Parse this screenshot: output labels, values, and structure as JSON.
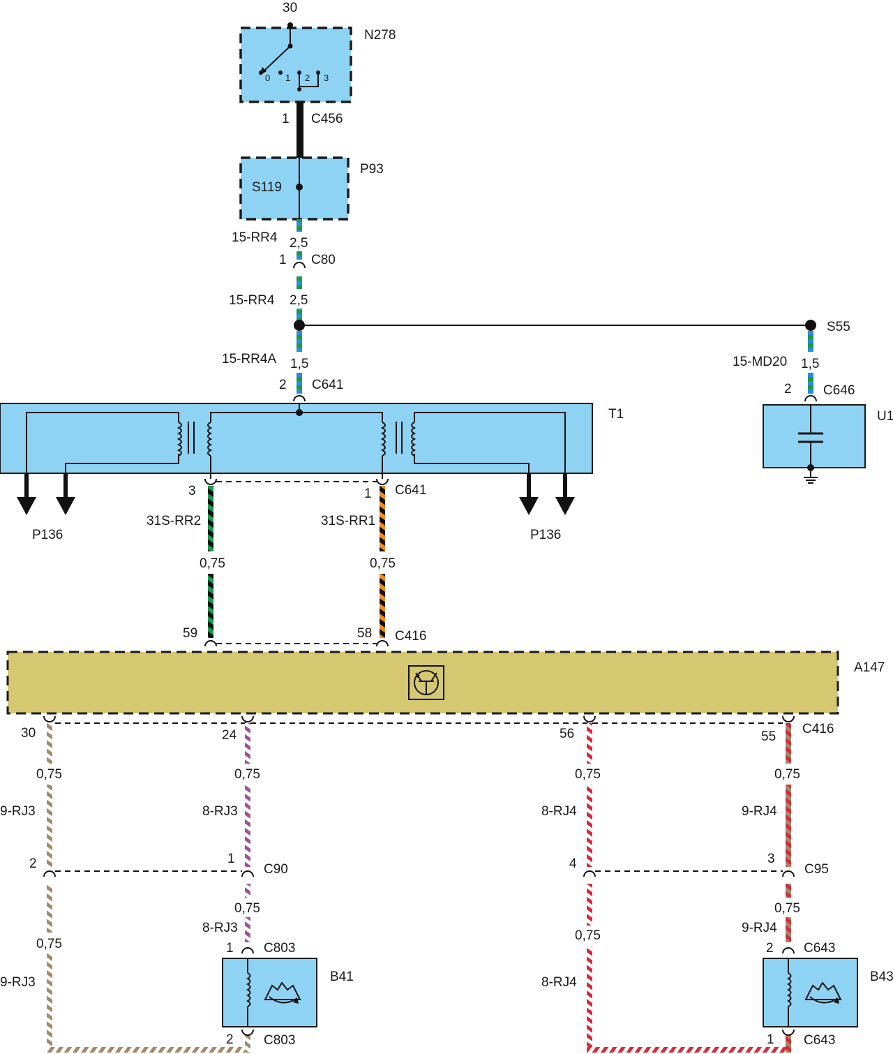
{
  "colors": {
    "module_fill": "#8fd3f4",
    "ecu_fill": "#d5c870",
    "wire_green": "#1a9a4a",
    "wire_blue": "#2b8fd8",
    "wire_brown": "#a08a6a",
    "wire_violet": "#a0509a",
    "wire_red": "#d82a3a",
    "wire_orange": "#f08a20",
    "wire_black": "#111111"
  },
  "components": {
    "N278": {
      "label": "N278",
      "terminal": "30",
      "positions": [
        "0",
        "1",
        "2",
        "3"
      ]
    },
    "P93": {
      "label": "P93",
      "inner": "S119"
    },
    "T1": {
      "label": "T1"
    },
    "U1": {
      "label": "U1"
    },
    "A147": {
      "label": "A147",
      "icon": "transistor-icon"
    },
    "B41": {
      "label": "B41",
      "icon": "speed-sensor-icon"
    },
    "B43": {
      "label": "B43",
      "icon": "speed-sensor-icon"
    },
    "S55": {
      "label": "S55"
    },
    "P136_left": {
      "label": "P136"
    },
    "P136_right": {
      "label": "P136"
    }
  },
  "connectors": {
    "c456": {
      "name": "C456",
      "pin": "1"
    },
    "c80": {
      "name": "C80",
      "pin": "1"
    },
    "c641_top": {
      "name": "C641",
      "pin": "2"
    },
    "c646": {
      "name": "C646",
      "pin": "2"
    },
    "c641_bottom": {
      "name": "C641",
      "pin_left": "3",
      "pin_right": "1"
    },
    "c416_top": {
      "name": "C416",
      "pin_left": "59",
      "pin_right": "58"
    },
    "c416_bottom": {
      "name": "C416",
      "pin_a": "30",
      "pin_b": "24",
      "pin_c": "56",
      "pin_d": "55"
    },
    "c90": {
      "name": "C90",
      "pin_left": "2",
      "pin_right": "1"
    },
    "c95": {
      "name": "C95",
      "pin_left": "4",
      "pin_right": "3"
    },
    "c803_top": {
      "name": "C803",
      "pin": "1"
    },
    "c803_bottom": {
      "name": "C803",
      "pin": "2"
    },
    "c643_top": {
      "name": "C643",
      "pin": "2"
    },
    "c643_bottom": {
      "name": "C643",
      "pin": "1"
    }
  },
  "wires": {
    "w1_name": "15-RR4",
    "w1_size": "2,5",
    "w2_name": "15-RR4",
    "w2_size": "2,5",
    "w3_name": "15-RR4A",
    "w3_size": "1,5",
    "w4_name": "15-MD20",
    "w4_size": "1,5",
    "w5_name": "31S-RR2",
    "w5_size": "0,75",
    "w6_name": "31S-RR1",
    "w6_size": "0,75",
    "w7_name": "9-RJ3",
    "w7_size": "0,75",
    "w8_name": "8-RJ3",
    "w8_size": "0,75",
    "w9_name": "8-RJ4",
    "w9_size": "0,75",
    "w10_name": "9-RJ4",
    "w10_size": "0,75",
    "w11_name": "8-RJ3",
    "w11_size": "0,75",
    "w12_name": "9-RJ4",
    "w12_size": "0,75",
    "w13_name": "9-RJ3",
    "w13_size": "0,75",
    "w14_name": "8-RJ4",
    "w14_size": "0,75"
  }
}
